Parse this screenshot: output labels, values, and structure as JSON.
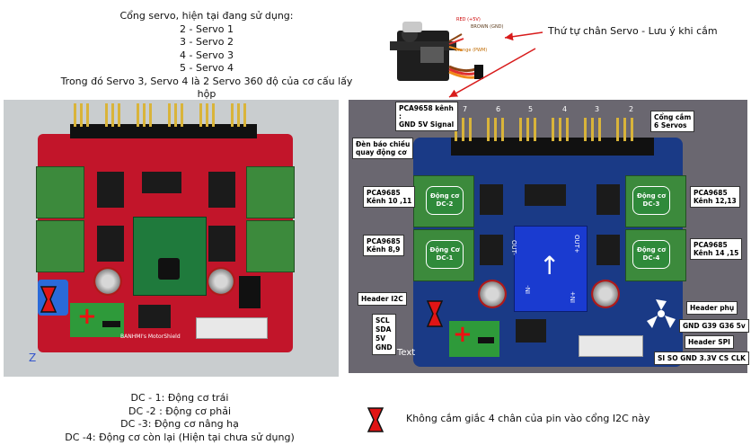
{
  "top_notes": {
    "title": "Cổng servo, hiện tại đang sử dụng:",
    "lines": [
      "2 - Servo 1",
      "3 - Servo 2",
      "4 - Servo 3",
      "5 - Servo 4"
    ],
    "footer": "Trong đó Servo 3, Servo 4 là 2 Servo 360 độ của cơ cấu  lấy hộp"
  },
  "servo_photo": {
    "wire_red": "RED (+5V)",
    "wire_brown": "BROWN (GND)",
    "wire_orange": "Orange (PWM)",
    "caption": "Thứ tự chân Servo - Lưu ý khi cắm"
  },
  "left_board": {
    "silkscreen": "BANHMI's MotorShield",
    "axis_z": "Z"
  },
  "right_board": {
    "label_header": "PCA9658 kênh :\nGND 5V Signal",
    "channel_numbers": [
      "7",
      "6",
      "5",
      "4",
      "3",
      "2"
    ],
    "label_servo_port": "Cổng cắm\n6 Servos",
    "label_led": "Đèn báo chiều\nquay động cơ",
    "label_pca_left_top": "PCA9685\nKênh 10 ,11",
    "label_pca_left_bottom": "PCA9685\nKênh 8,9",
    "label_pca_right_top": "PCA9685\nKênh 12,13",
    "label_pca_right_bottom": "PCA9685\nKênh 14 ,15",
    "motor_dc2": "Động cơ\nDC-2",
    "motor_dc1": "Động Cơ\nDC-1",
    "motor_dc3": "Động cơ\nDC-3",
    "motor_dc4": "Động cơ\nDC-4",
    "label_i2c": "Header I2C",
    "i2c_pins": "SCL\nSDA\n5V\nGND",
    "label_aux": "Header phụ",
    "aux_pins": "GND G39 G36 5v",
    "label_spi": "Header SPI",
    "spi_pins": "SI SO GND 3.3V CS CLK",
    "text_tag": "Text",
    "out_minus": "OUT-",
    "out_plus": "OUT+",
    "in_minus": "IN-",
    "in_plus": "IN+"
  },
  "bottom_notes": {
    "lines": [
      "DC - 1: Động cơ trái",
      "DC -2 : Động cơ phải",
      "DC -3: Động cơ nâng hạ",
      "DC -4: Động cơ còn lại (Hiện tại chưa sử dụng)"
    ],
    "warning": "Không cắm giắc 4 chân của pin vào cổng I2C này"
  },
  "colors": {
    "arrow_red": "#d81b1b",
    "pcb_red": "#c2152a",
    "pcb_blue": "#1a3a86",
    "motor_green": "#2f8a3a"
  }
}
